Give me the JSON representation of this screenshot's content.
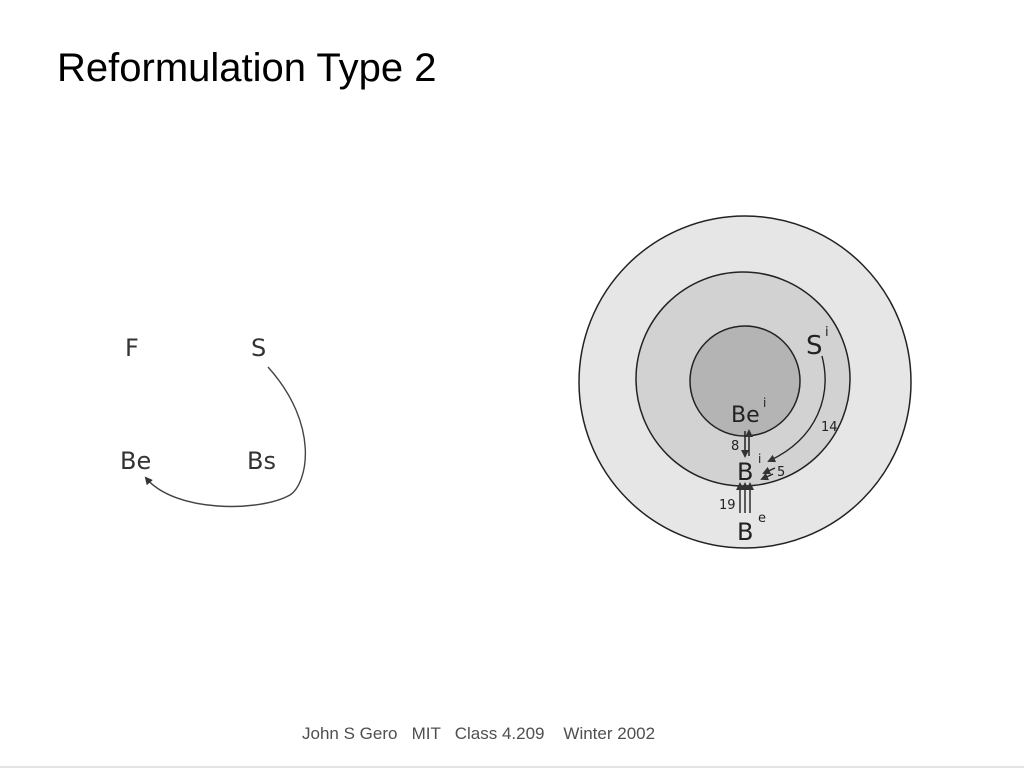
{
  "slide": {
    "title": "Reformulation Type 2",
    "footer": "John S Gero   MIT   Class 4.209    Winter 2002"
  },
  "left_diagram": {
    "labels": {
      "f": "F",
      "s": "S",
      "be": "Be",
      "bs": "Bs"
    }
  },
  "right_diagram": {
    "labels": {
      "s_base": "S",
      "s_sup": "i",
      "be_base": "Be",
      "be_sup": "i",
      "b_base": "B",
      "b_sup": "i",
      "be2_base": "B",
      "be2_sup": "e",
      "num_14": "14",
      "num_8": "8",
      "num_5": "5",
      "num_19": "19"
    },
    "colors": {
      "outer_ring": "#e6e6e6",
      "middle_ring": "#d2d2d2",
      "inner_circle": "#b4b4b4",
      "stroke": "#222222"
    }
  }
}
